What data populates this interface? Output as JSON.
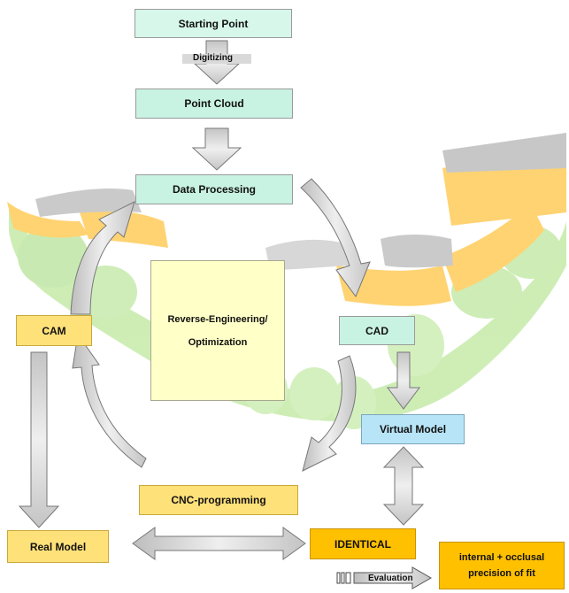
{
  "boxes": {
    "starting_point": "Starting Point",
    "point_cloud": "Point Cloud",
    "data_processing": "Data Processing",
    "reverse_engineering_line1": "Reverse-Engineering/",
    "reverse_engineering_line2": "Optimization",
    "cam": "CAM",
    "cad": "CAD",
    "virtual_model": "Virtual Model",
    "cnc_programming": "CNC-programming",
    "real_model": "Real Model",
    "identical": "IDENTICAL",
    "precision_line1": "internal + occlusal",
    "precision_line2": "precision of fit"
  },
  "arrow_labels": {
    "digitizing": "Digitizing",
    "evaluation": "Evaluation"
  },
  "colors": {
    "mint": "#d6f7ea",
    "yellow": "#ffe17a",
    "pale_yellow": "#ffffc8",
    "blue": "#b7e4f7",
    "orange": "#ffc000",
    "arrow_fill": "#d9d9d9"
  }
}
